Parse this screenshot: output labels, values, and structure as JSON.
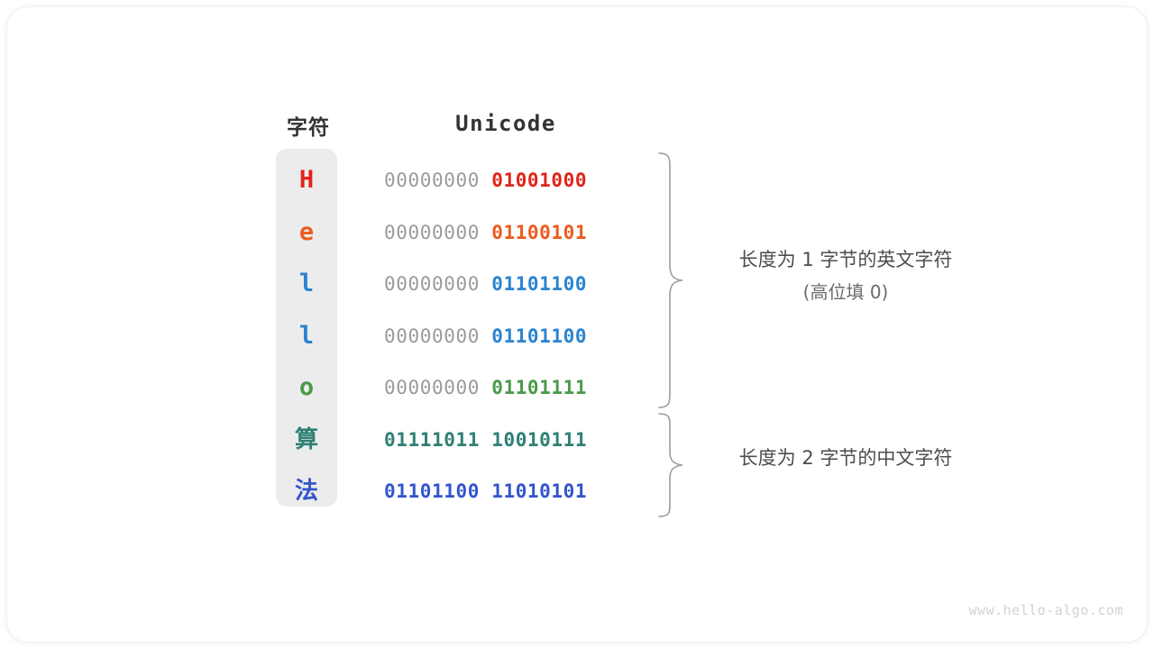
{
  "card": {
    "background": "#ffffff",
    "radius": "22px"
  },
  "headers": {
    "character": "字符",
    "unicode": "Unicode"
  },
  "colors": {
    "high_zero_gray": "#9a9a9a",
    "column_background": "#ececec",
    "brace_stroke": "#9e9e9e",
    "note_text": "#4d4d4d",
    "watermark": "#d2d2d2",
    "red": "#e2231a",
    "orange": "#ec5b1e",
    "blue": "#2b83d0",
    "green": "#4a9a4a",
    "teal": "#2f8075",
    "royal_blue": "#3355cc"
  },
  "rows": [
    {
      "char": "H",
      "script": "latin",
      "color": "#e2231a",
      "high_byte": "00000000",
      "low_byte": "01001000",
      "high_is_padding": true
    },
    {
      "char": "e",
      "script": "latin",
      "color": "#ec5b1e",
      "high_byte": "00000000",
      "low_byte": "01100101",
      "high_is_padding": true
    },
    {
      "char": "l",
      "script": "latin",
      "color": "#2b83d0",
      "high_byte": "00000000",
      "low_byte": "01101100",
      "high_is_padding": true
    },
    {
      "char": "l",
      "script": "latin",
      "color": "#2b83d0",
      "high_byte": "00000000",
      "low_byte": "01101100",
      "high_is_padding": true
    },
    {
      "char": "o",
      "script": "latin",
      "color": "#4a9a4a",
      "high_byte": "00000000",
      "low_byte": "01101111",
      "high_is_padding": true
    },
    {
      "char": "算",
      "script": "cjk",
      "color": "#2f8075",
      "high_byte": "01111011",
      "low_byte": "10010111",
      "high_is_padding": false
    },
    {
      "char": "法",
      "script": "cjk",
      "color": "#3355cc",
      "high_byte": "01101100",
      "low_byte": "11010101",
      "high_is_padding": false
    }
  ],
  "annotations": [
    {
      "main": "长度为 1 字节的英文字符",
      "sub": "(高位填 0)"
    },
    {
      "main": "长度为 2 字节的中文字符",
      "sub": ""
    }
  ],
  "watermark": "www.hello-algo.com"
}
